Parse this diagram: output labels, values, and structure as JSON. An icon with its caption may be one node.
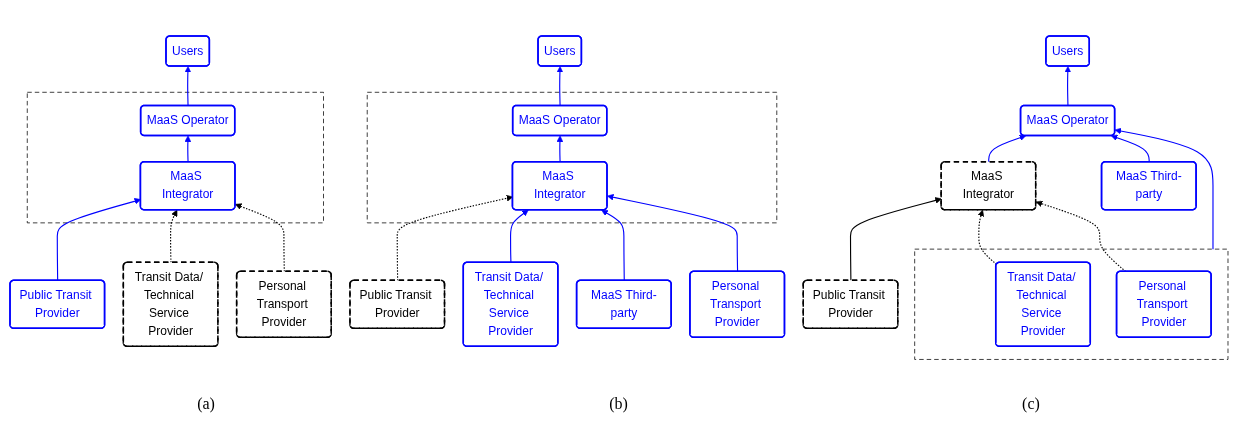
{
  "diagram": {
    "nodes": [
      {
        "text": [
          "Users"
        ]
      },
      {
        "text": [],
        "shape": "box"
      },
      {
        "text": [
          "MaaS Operator"
        ],
        "in": 1
      },
      {
        "text": [
          "MaaS Integrator"
        ],
        "in": 1
      },
      {
        "text": [
          "Public Transit Provider"
        ]
      },
      {
        "text": [
          "Transit Data/ Technical Service Provider"
        ]
      },
      {
        "text": [
          "Personal Transport Provider"
        ]
      },
      {
        "text": [
          "Users"
        ]
      },
      {
        "text": [
          "MaaS Third-party"
        ]
      },
      {
        "text": [],
        "shape": "box"
      },
      {
        "text": [
          "MaaS Operator"
        ],
        "in": 9
      },
      {
        "text": [
          "MaaS Integrator"
        ],
        "in": 9
      },
      {
        "text": [
          "Public Transit Provider"
        ]
      },
      {
        "text": [
          "Transit Data/ Technical Service Provider"
        ]
      },
      {
        "text": [
          "Personal Transport Provider"
        ]
      },
      {
        "text": [
          "Users"
        ]
      },
      {
        "text": [
          "MaaS Third-party"
        ]
      },
      {
        "text": [
          "MaaS Operator"
        ]
      },
      {
        "text": [
          "MaaS Integrator"
        ]
      },
      {
        "text": [
          "Public Transit Provider"
        ]
      },
      {
        "text": [],
        "shape": "box"
      },
      {
        "text": [
          "Transit Data/ Technical Service Provider"
        ],
        "in": 20
      },
      {
        "text": [
          "Personal Transport Provider"
        ],
        "in": 20
      }
    ],
    "edges": [
      {
        "from": 2,
        "to": 0,
        "arrow": "to"
      },
      {
        "from": 3,
        "to": 2,
        "arrow": "to"
      },
      {
        "from": 4,
        "to": 3,
        "arrow": "to"
      },
      {
        "from": 5,
        "to": 3,
        "arrow": "to",
        "style": "dashed",
        "color": "#000000"
      },
      {
        "from": 6,
        "to": 3,
        "arrow": "to",
        "style": "dashed",
        "color": "#000000"
      },
      {
        "from": 10,
        "to": 7,
        "arrow": "to"
      },
      {
        "from": 11,
        "to": 10,
        "arrow": "to"
      },
      {
        "from": 12,
        "to": 11,
        "arrow": "to",
        "style": "dashed",
        "color": "#000000"
      },
      {
        "from": 13,
        "to": 11,
        "arrow": "to"
      },
      {
        "from": 8,
        "to": 11,
        "arrow": "to"
      },
      {
        "from": 14,
        "to": 11,
        "arrow": "to"
      },
      {
        "from": 17,
        "to": 15,
        "arrow": "to"
      },
      {
        "from": 18,
        "to": 17,
        "arrow": "to"
      },
      {
        "from": 19,
        "to": 18,
        "arrow": "to",
        "color": "#000000"
      },
      {
        "from": 21,
        "to": 18,
        "arrow": "to",
        "style": "dashed",
        "color": "#000000"
      },
      {
        "from": 22,
        "to": 18,
        "arrow": "to",
        "style": "dashed",
        "color": "#000000"
      },
      {
        "from": 16,
        "to": 17,
        "arrow": "to"
      },
      {
        "from": 20,
        "to": 17,
        "arrow": "to"
      }
    ],
    "labels": [
      "(a)",
      "(b)",
      "(c)"
    ]
  }
}
